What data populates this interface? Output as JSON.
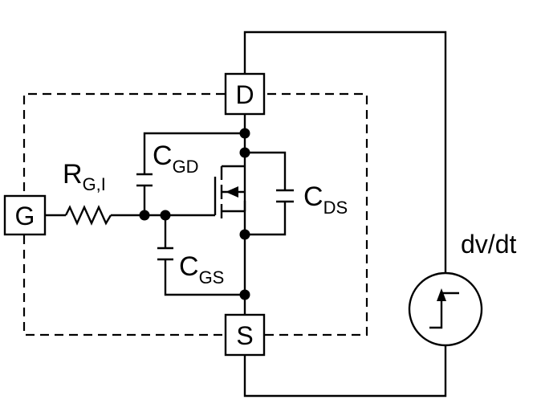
{
  "terminals": {
    "drain": "D",
    "gate": "G",
    "source": "S"
  },
  "components": {
    "gate_resistor": {
      "main": "R",
      "sub": "G,I"
    },
    "cap_gd": {
      "main": "C",
      "sub": "GD"
    },
    "cap_gs": {
      "main": "C",
      "sub": "GS"
    },
    "cap_ds": {
      "main": "C",
      "sub": "DS"
    }
  },
  "source_label": "dv/dt",
  "colors": {
    "line": "#000000",
    "background": "#ffffff"
  }
}
